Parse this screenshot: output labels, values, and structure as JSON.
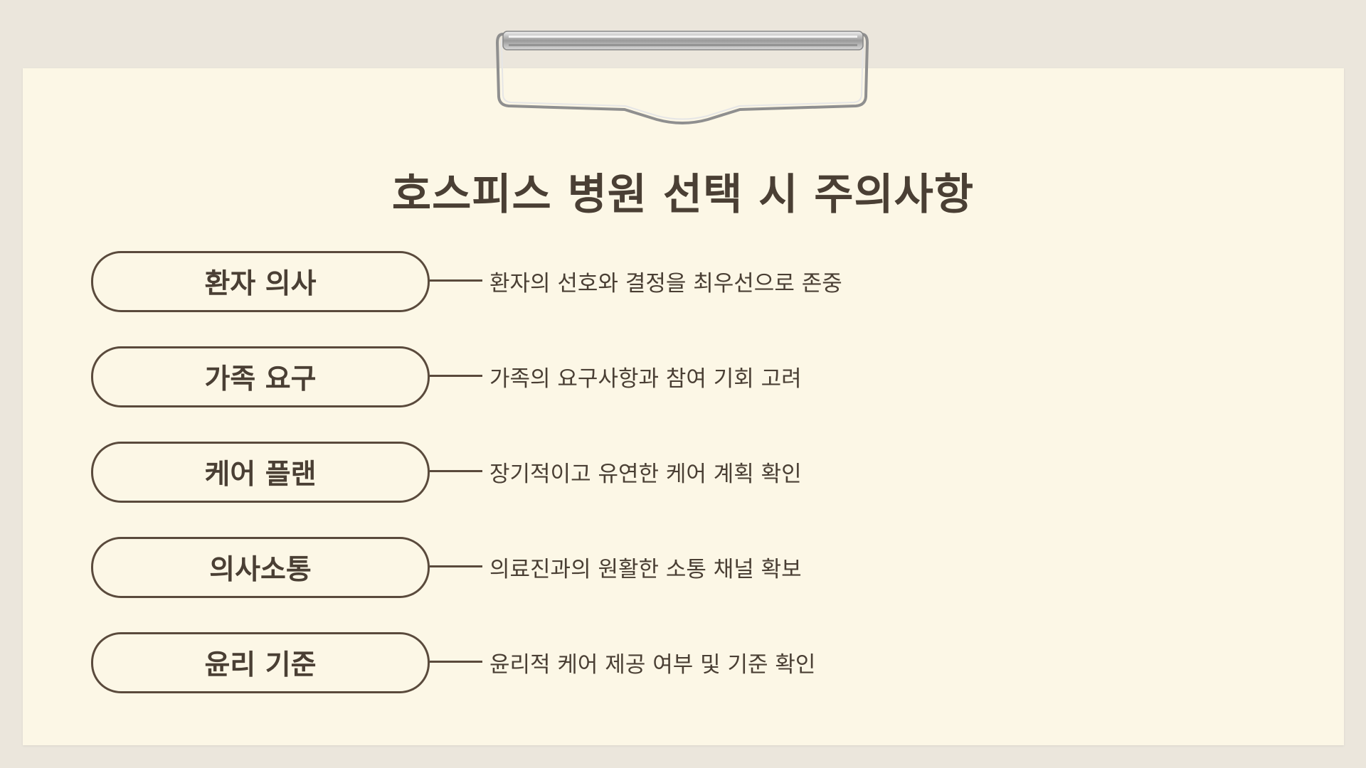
{
  "slide": {
    "title": "호스피스 병원 선택 시 주의사항",
    "items": [
      {
        "label": "환자 의사",
        "description": "환자의 선호와 결정을 최우선으로 존중"
      },
      {
        "label": "가족 요구",
        "description": "가족의 요구사항과 참여 기회 고려"
      },
      {
        "label": "케어 플랜",
        "description": "장기적이고 유연한 케어 계획 확인"
      },
      {
        "label": "의사소통",
        "description": "의료진과의 원활한 소통 채널 확보"
      },
      {
        "label": "윤리 기준",
        "description": "윤리적 케어 제공 여부 및 기준 확인"
      }
    ]
  },
  "colors": {
    "background": "#ebe6dc",
    "paper": "#fcf7e6",
    "text": "#4a3f34",
    "outline": "#5a4a3c"
  },
  "icons": {
    "clip": "clipboard-clip-icon"
  }
}
